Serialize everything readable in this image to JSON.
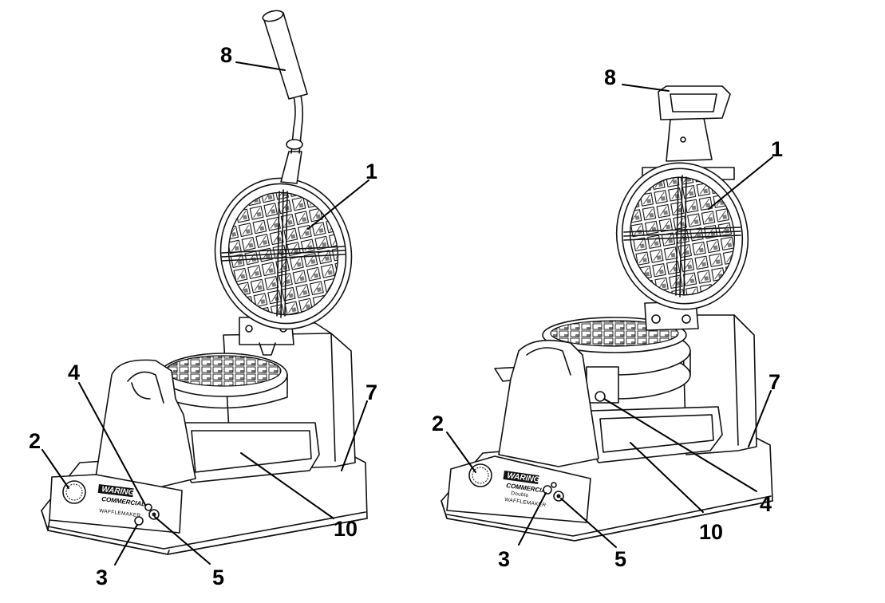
{
  "callouts": {
    "left": {
      "c1": "1",
      "c2": "2",
      "c3": "3",
      "c4": "4",
      "c5": "5",
      "c7": "7",
      "c8": "8",
      "c10": "10"
    },
    "right": {
      "c1": "1",
      "c2": "2",
      "c3": "3",
      "c4": "4",
      "c5": "5",
      "c7": "7",
      "c8": "8",
      "c10": "10"
    }
  },
  "panel": {
    "brand_top": "WARING",
    "brand_bottom": "COMMERCIAL",
    "left_model": "WAFFLEMAKER",
    "right_model_line1": "Double",
    "right_model_line2": "WAFFLEMAKER"
  }
}
